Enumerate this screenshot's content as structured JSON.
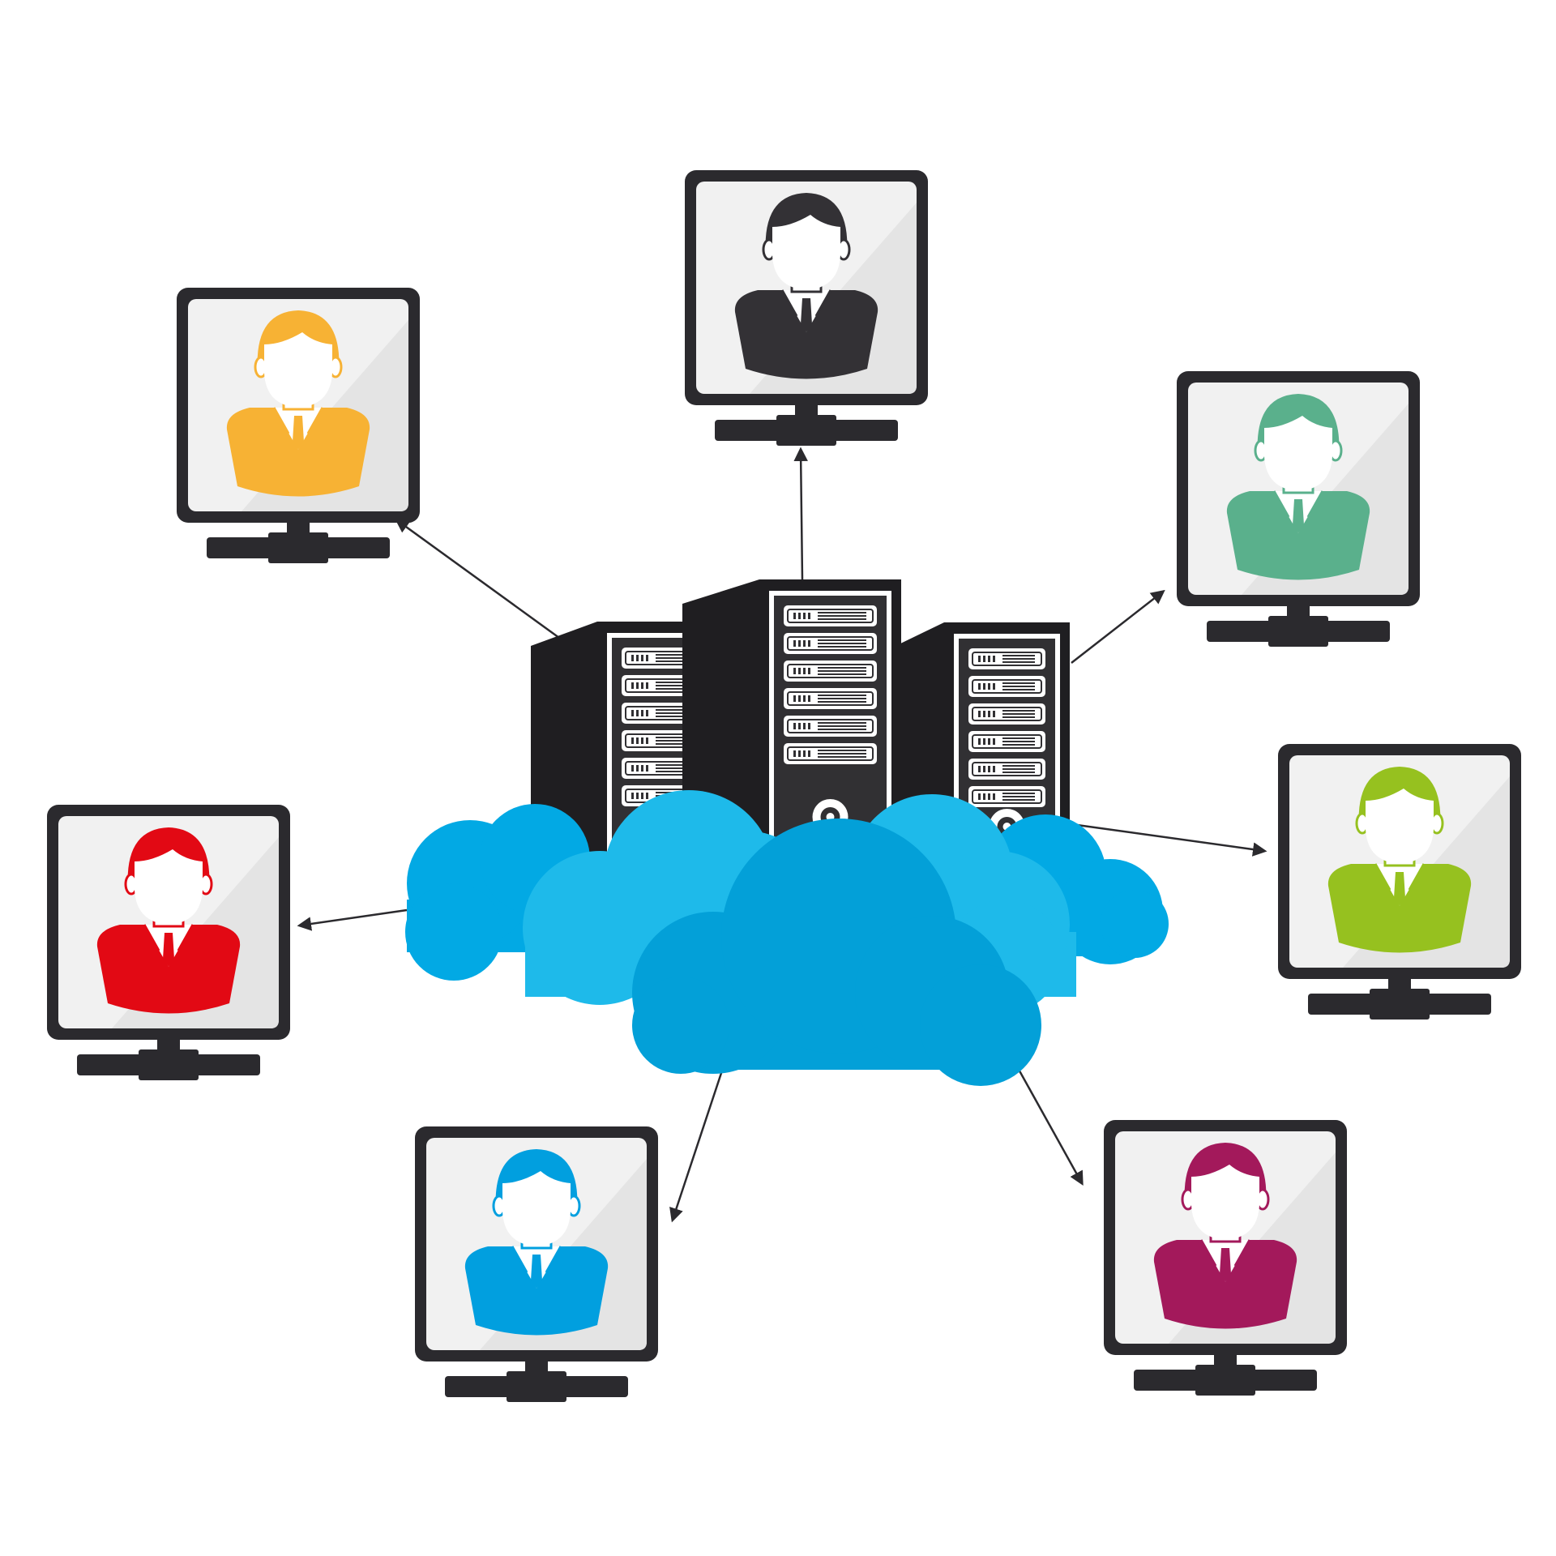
{
  "palette": {
    "background": "#ffffff",
    "frame": "#2b2a2e",
    "screen": "#f1f1f1",
    "screen_sheen": "#e4e4e4",
    "server_dark": "#1f1e21",
    "server_panel": "#313033",
    "cloud_light": "#1ebaea",
    "cloud_mid": "#02a9e4",
    "cloud_dark": "#03a0d8",
    "arrow": "#2b2a2e"
  },
  "hub": {
    "server_icon": "server-rack-icon",
    "cloud_icon": "cloud-icon",
    "servers": [
      {
        "id": "left-server",
        "slots": 6,
        "has_power_button": false
      },
      {
        "id": "center-server",
        "slots": 6,
        "has_power_button": true
      },
      {
        "id": "right-server",
        "slots": 6,
        "has_power_button": true
      }
    ]
  },
  "clients": [
    {
      "id": "top",
      "user_color": "#333135",
      "icon": "user-avatar-icon"
    },
    {
      "id": "top-left",
      "user_color": "#f7b234",
      "icon": "user-avatar-icon"
    },
    {
      "id": "top-right",
      "user_color": "#5ab08c",
      "icon": "user-avatar-icon"
    },
    {
      "id": "left",
      "user_color": "#e20914",
      "icon": "user-avatar-icon"
    },
    {
      "id": "right",
      "user_color": "#96c11f",
      "icon": "user-avatar-icon"
    },
    {
      "id": "bottom-left",
      "user_color": "#019fdf",
      "icon": "user-avatar-icon"
    },
    {
      "id": "bottom-right",
      "user_color": "#a3195b",
      "icon": "user-avatar-icon"
    }
  ],
  "connections": [
    {
      "to": "top",
      "direction": "server-to-client"
    },
    {
      "to": "top-left",
      "direction": "server-to-client"
    },
    {
      "to": "top-right",
      "direction": "server-to-client"
    },
    {
      "to": "left",
      "direction": "server-to-client"
    },
    {
      "to": "right",
      "direction": "server-to-client"
    },
    {
      "to": "bottom-left",
      "direction": "server-to-client"
    },
    {
      "to": "bottom-right",
      "direction": "server-to-client"
    }
  ]
}
